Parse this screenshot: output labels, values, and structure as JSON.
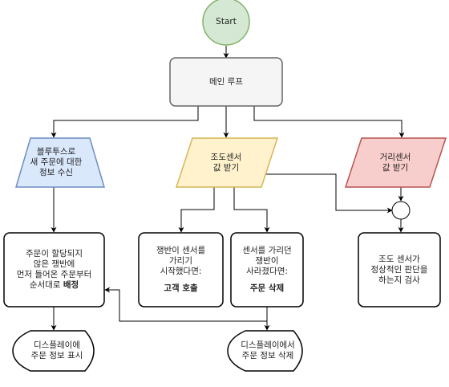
{
  "diagram": {
    "start": "Start",
    "main_loop": "메인 루프",
    "bluetooth": [
      "블루투스로",
      "새 주문에 대한",
      "정보 수신"
    ],
    "light_sensor": [
      "조도센서",
      "값 받기"
    ],
    "distance_sensor": [
      "거리센서",
      "값 받기"
    ],
    "assign": [
      "주문이 할당되지",
      "않은 쟁반에",
      "먼저 들어온 주문부터"
    ],
    "assign_last_plain": "순서대로 ",
    "assign_last_bold": "배정",
    "covered": [
      "쟁반이 센서를",
      "가리기",
      "시작했다면:"
    ],
    "covered_action": "고객 호출",
    "uncovered": [
      "센서를 가리던",
      "쟁반이",
      "사라졌다면:"
    ],
    "uncovered_action": "주문 삭제",
    "check": [
      "조도 센서가",
      "정상적인 판단을",
      "하는지 검사"
    ],
    "display_show": [
      "디스플레이에",
      "주문 정보 표시"
    ],
    "display_delete": [
      "디스플레이에서",
      "주문 정보 삭제"
    ]
  },
  "colors": {
    "start_fill": "#d5e8d4",
    "start_stroke": "#82b366",
    "main_fill": "#f5f5f5",
    "main_stroke": "#666666",
    "blue_fill": "#dae8fc",
    "blue_stroke": "#6c8ebf",
    "yellow_fill": "#fff2cc",
    "yellow_stroke": "#d6b656",
    "red_fill": "#f8cecc",
    "red_stroke": "#b85450"
  }
}
